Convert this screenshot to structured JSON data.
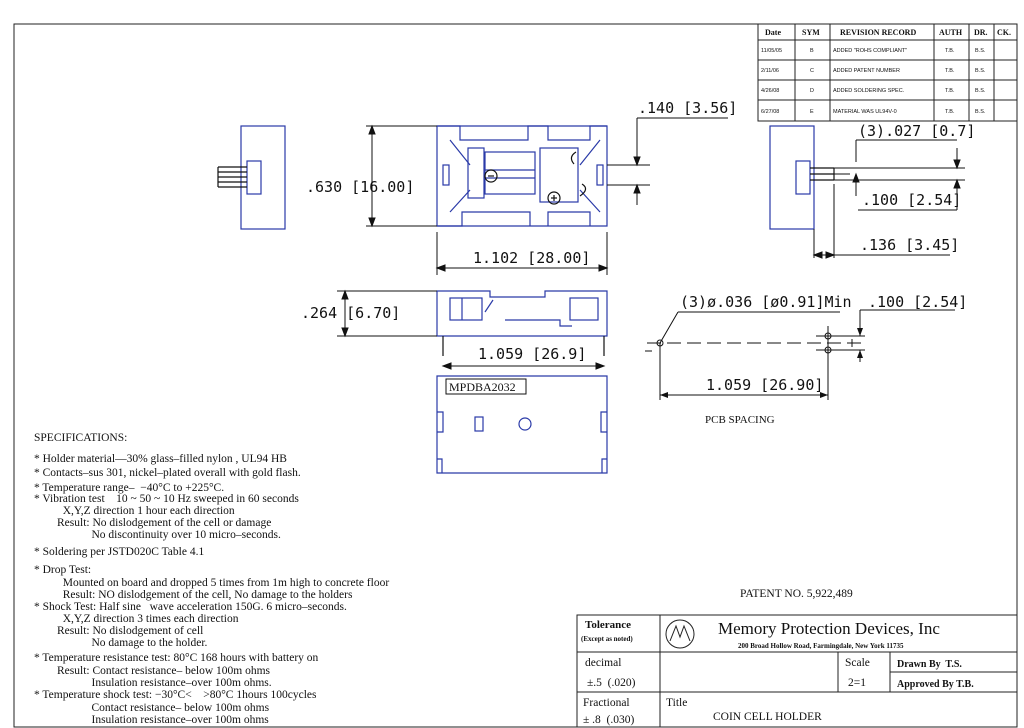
{
  "revision_table": {
    "headers": [
      "Date",
      "SYM",
      "REVISION  RECORD",
      "AUTH",
      "DR.",
      "CK."
    ],
    "rows": [
      [
        "11/05/05",
        "B",
        "ADDED \"ROHS COMPLIANT\"",
        "T.B.",
        "B.S.",
        ""
      ],
      [
        "2/11/06",
        "C",
        "ADDED PATENT NUMBER",
        "T.B.",
        "B.S.",
        ""
      ],
      [
        "4/26/08",
        "D",
        "ADDED SOLDERING SPEC.",
        "T.B.",
        "B.S.",
        ""
      ],
      [
        "6/27/08",
        "E",
        "MATERIAL WAS UL94V-0",
        "T.B.",
        "B.S.",
        ""
      ]
    ]
  },
  "dimensions": {
    "d_140": ".140 [3.56]",
    "d_630": ".630 [16.00]",
    "d_1102": "1.102 [28.00]",
    "d_027": "(3).027 [0.7]",
    "d_100_right": ".100 [2.54]",
    "d_136": ".136 [3.45]",
    "d_264": ".264 [6.70]",
    "d_1059_side": "1.059 [26.9]",
    "d_036": "(3)ø.036 [ø0.91]Min",
    "d_100_pcb": ".100 [2.54]",
    "d_1059_pcb": "1.059 [26.90]"
  },
  "labels": {
    "part_number": "MPDBA2032",
    "pcb_spacing": "PCB SPACING",
    "patent": "PATENT NO. 5,922,489"
  },
  "specifications": {
    "title": "SPECIFICATIONS:",
    "lines": [
      "* Holder material—30% glass–filled nylon , UL94 HB",
      "* Contacts–sus 301, nickel–plated overall with gold flash.",
      "* Temperature range–  −40°C to +225°C.",
      "* Vibration test    10 ~ 50 ~ 10 Hz sweeped in 60 seconds",
      "          X,Y,Z direction 1 hour each direction",
      "        Result: No dislodgement of the cell or damage",
      "                    No discontinuity over 10 micro–seconds.",
      "* Soldering per JSTD020C Table 4.1",
      "* Drop Test:",
      "          Mounted on board and dropped 5 times from 1m high to concrete floor",
      "          Result: NO dislodgement of the cell, No damage to the holders",
      "* Shock Test: Half sine   wave acceleration 150G. 6 micro–seconds.",
      "          X,Y,Z direction 3 times each direction",
      "        Result: No dislodgement of cell",
      "                    No damage to the holder.",
      "* Temperature resistance test: 80°C 168 hours with battery on",
      "        Result: Contact resistance– below 100m ohms",
      "                    Insulation resistance–over 100m ohms.",
      "* Temperature shock test: −30°C<    >80°C 1hours 100cycles",
      "                    Contact resistance– below 100m ohms",
      "                    Insulation resistance–over 100m ohms"
    ]
  },
  "title_block": {
    "tolerance": "Tolerance",
    "except": "(Except as noted)",
    "company": "Memory Protection Devices, Inc",
    "address": "200 Broad Hollow Road, Farmingdale, New York 11735",
    "decimal": "decimal",
    "decimal_value": "±.5  (.020)",
    "scale_label": "Scale",
    "scale_value": "2=1",
    "drawn_by": "Drawn By  T.S.",
    "approved_by": "Approved By T.B.",
    "fractional": "Fractional",
    "fractional_value": "± .8  (.030)",
    "title_label": "Title",
    "title_value": "COIN CELL HOLDER"
  }
}
